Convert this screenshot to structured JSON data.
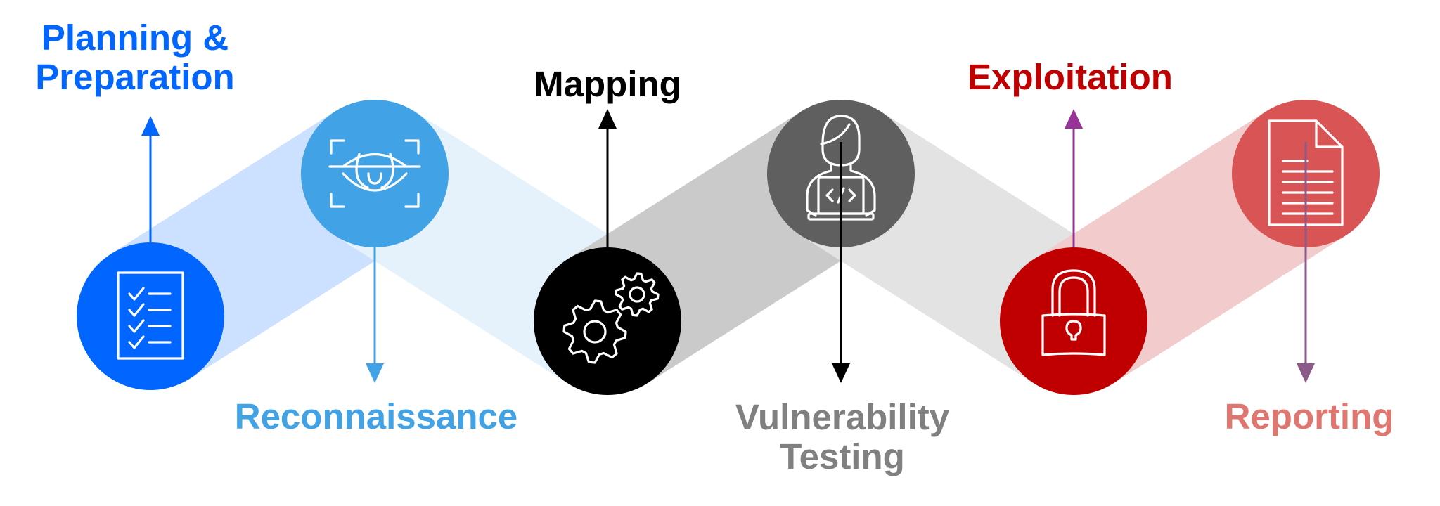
{
  "title": "Penetration Testing Phases",
  "phases": [
    {
      "id": "planning",
      "label_lines": [
        "Planning &",
        "Preparation"
      ],
      "icon": "checklist-icon",
      "circle_color": "#0066FF",
      "band_color": "#CCE0FF",
      "arrow_color": "#0066FF",
      "label_color": "#0066FF",
      "label_position": "top",
      "arrow_direction": "up"
    },
    {
      "id": "reconnaissance",
      "label_lines": [
        "Reconnaissance"
      ],
      "icon": "eye-scan-icon",
      "circle_color": "#42A2E6",
      "band_color": "#E5F2FB",
      "arrow_color": "#42A2E6",
      "label_color": "#42A2E6",
      "label_position": "bottom",
      "arrow_direction": "down"
    },
    {
      "id": "mapping",
      "label_lines": [
        "Mapping"
      ],
      "icon": "gears-icon",
      "circle_color": "#000000",
      "band_color": "#CACACA",
      "arrow_color": "#000000",
      "label_color": "#000000",
      "label_position": "top",
      "arrow_direction": "up"
    },
    {
      "id": "vulnerability-testing",
      "label_lines": [
        "Vulnerability",
        "Testing"
      ],
      "icon": "developer-laptop-icon",
      "circle_color": "#5F5F5F",
      "band_color": "#E3E3E3",
      "arrow_color": "#000000",
      "label_color": "#808080",
      "label_position": "bottom",
      "arrow_direction": "down"
    },
    {
      "id": "exploitation",
      "label_lines": [
        "Exploitation"
      ],
      "icon": "padlock-icon",
      "circle_color": "#C00000",
      "band_color": "#F2CCCC",
      "arrow_color": "#993399",
      "label_color": "#C00000",
      "label_position": "top",
      "arrow_direction": "up"
    },
    {
      "id": "reporting",
      "label_lines": [
        "Reporting"
      ],
      "icon": "document-icon",
      "circle_color": "#D95555",
      "band_color": "#F2CCCC",
      "arrow_color": "#8B5A88",
      "label_color": "#E07670",
      "label_position": "bottom",
      "arrow_direction": "down"
    }
  ]
}
